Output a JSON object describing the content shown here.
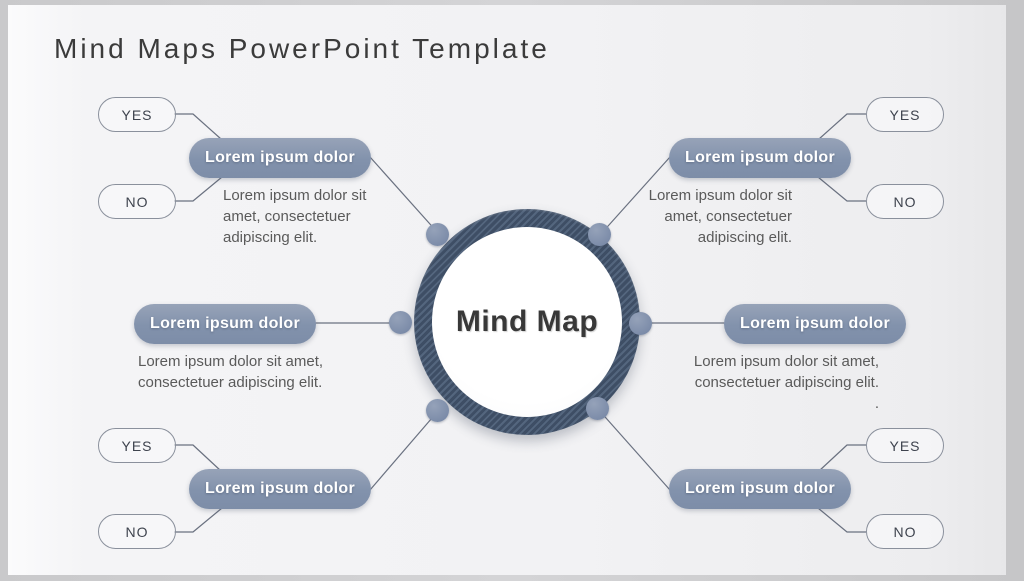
{
  "title": "Mind Maps PowerPoint Template",
  "center": {
    "label": "Mind Map"
  },
  "branches": {
    "top_left": {
      "label": "Lorem ipsum dolor",
      "yes_label": "YES",
      "no_label": "NO",
      "desc_lines": [
        "Lorem ipsum dolor sit",
        "amet, consectetuer",
        "adipiscing elit."
      ]
    },
    "top_right": {
      "label": "Lorem ipsum dolor",
      "yes_label": "YES",
      "no_label": "NO",
      "desc_lines": [
        "Lorem ipsum dolor sit",
        "amet, consectetuer",
        "adipiscing elit."
      ]
    },
    "mid_left": {
      "label": "Lorem ipsum dolor",
      "desc_lines": [
        "Lorem ipsum dolor sit amet,",
        "consectetuer adipiscing elit."
      ]
    },
    "mid_right": {
      "label": "Lorem ipsum dolor",
      "desc_lines": [
        "Lorem ipsum dolor sit amet,",
        "consectetuer adipiscing elit."
      ],
      "stray_period": "."
    },
    "bottom_left": {
      "label": "Lorem ipsum dolor",
      "yes_label": "YES",
      "no_label": "NO"
    },
    "bottom_right": {
      "label": "Lorem ipsum dolor",
      "yes_label": "YES",
      "no_label": "NO"
    }
  },
  "colors": {
    "pill": "#8292ac",
    "ring_dark": "#3e4e65",
    "ring_light": "#54667e",
    "node": "#7b8ba8",
    "line": "#6a7180",
    "slide_background": "#f2f2f4",
    "title_text": "#3b3b3b",
    "description_text": "#5a5a5a"
  }
}
